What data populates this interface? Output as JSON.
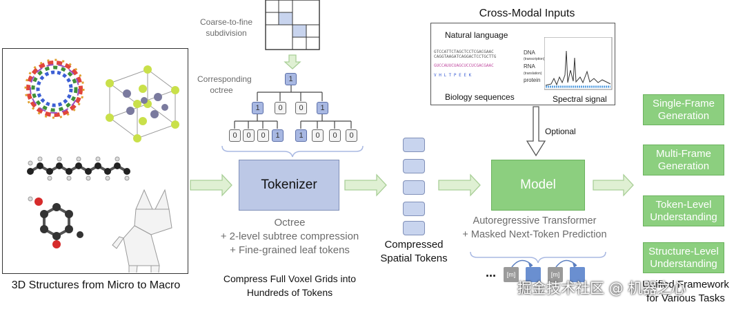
{
  "left_panel": {
    "caption": "3D Structures from Micro to Macro"
  },
  "subdivision": {
    "label": "Coarse-to-fine subdivision"
  },
  "octree": {
    "label": "Corresponding octree",
    "root": "1",
    "level1": [
      "1",
      "0",
      "0",
      "1"
    ],
    "level2": [
      "0",
      "0",
      "0",
      "1",
      "1",
      "0",
      "0",
      "0"
    ]
  },
  "tokenizer": {
    "label": "Tokenizer",
    "desc_lines": [
      "Octree",
      "+ 2-level subtree compression",
      "+ Fine-grained leaf tokens"
    ],
    "compress_lines": [
      "Compress Full Voxel Grids into",
      "Hundreds of Tokens"
    ]
  },
  "tokens": {
    "caption_lines": [
      "Compressed",
      "Spatial Tokens"
    ]
  },
  "cross_modal": {
    "title": "Cross-Modal Inputs",
    "natural_language": "Natural language",
    "biology": "Biology sequences",
    "spectral": "Spectral signal",
    "seq_labels": [
      "DNA",
      "(transcription)",
      "RNA",
      "(translation)",
      "protein"
    ],
    "seq_dna1": "GTCCATTCTAGCTCCTCGACGAAC",
    "seq_dna2": "CAGGTAAGATCAGGACTCCTGCTTG",
    "seq_rna": "GUCCAUUCUAGCUCCUCGACGAAC",
    "seq_protein": "V  H  L  T  P  E  E  K"
  },
  "optional": "Optional",
  "model": {
    "label": "Model",
    "desc_lines": [
      "Autoregressive Transformer",
      "+ Masked Next-Token Prediction"
    ],
    "mask_token": "[m]",
    "ellipsis": "..."
  },
  "outputs": [
    "Single-Frame Generation",
    "Multi-Frame Generation",
    "Token-Level Understanding",
    "Structure-Level Understanding"
  ],
  "outputs_caption_lines": [
    "Unified Framework",
    "for Various Tasks"
  ],
  "watermark": "掘金技术社区 @ 机器之心",
  "colors": {
    "token_blue": "#bcc8e6",
    "model_green": "#8ccf7f",
    "arrow_green": "#d5ebc9"
  }
}
